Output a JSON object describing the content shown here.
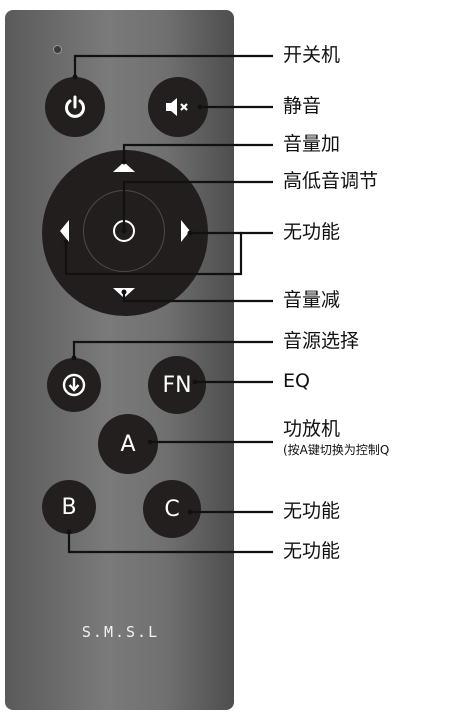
{
  "buttons": {
    "power_icon": "power-icon",
    "mute_icon": "mute-icon",
    "input_icon": "input-select-icon",
    "fn_label": "FN",
    "a_label": "A",
    "b_label": "B",
    "c_label": "C"
  },
  "brand": "S.M.S.L",
  "labels": {
    "power": "开关机",
    "mute": "静音",
    "vol_up": "音量加",
    "tone": "高低音调节",
    "no_function_1": "无功能",
    "vol_down": "音量减",
    "input_select": "音源选择",
    "eq": "EQ",
    "amp": "功放机",
    "amp_note": "(按A键切换为控制Q",
    "no_function_2": "无功能",
    "no_function_3": "无功能"
  },
  "colors": {
    "remote_body": "#6e6e6e",
    "button": "#231f1f",
    "line": "#111111"
  }
}
